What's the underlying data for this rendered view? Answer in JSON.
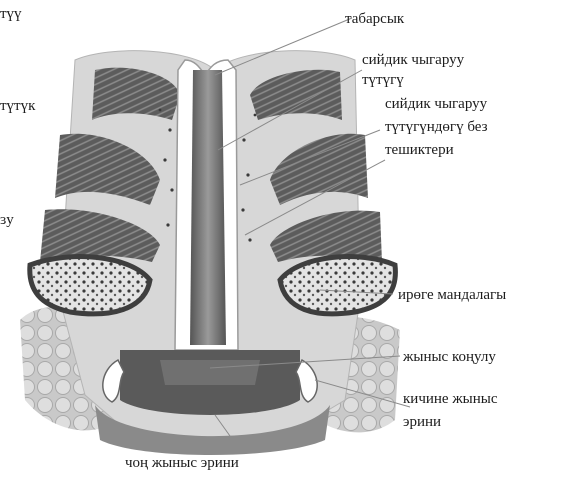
{
  "figure": {
    "labels": {
      "left_top": "түү",
      "left_mid": "түтүк",
      "left_low": "ɜу",
      "bladder": "табарсык",
      "urethra_1": "сийдик чыгаруу",
      "urethra_2": "түтүгү",
      "glands_1": "сийдик чыгаруу",
      "glands_2": "түтүгүндөгү без",
      "glands_3": "тешиктери",
      "pubic": "ирөге мандалагы",
      "vestibule": "жыныс коңулу",
      "labia_minora_1": "кичине жыныс",
      "labia_minora_2": "эрини",
      "labia_majora": "чоң жыныс эрини"
    },
    "colors": {
      "background": "#ffffff",
      "tissue_dark": "#4a4a4a",
      "tissue_mid": "#7a7a7a",
      "tissue_light": "#bdbdbd",
      "fat": "#d6d6d6",
      "leader_line": "#8a8a8a"
    }
  }
}
